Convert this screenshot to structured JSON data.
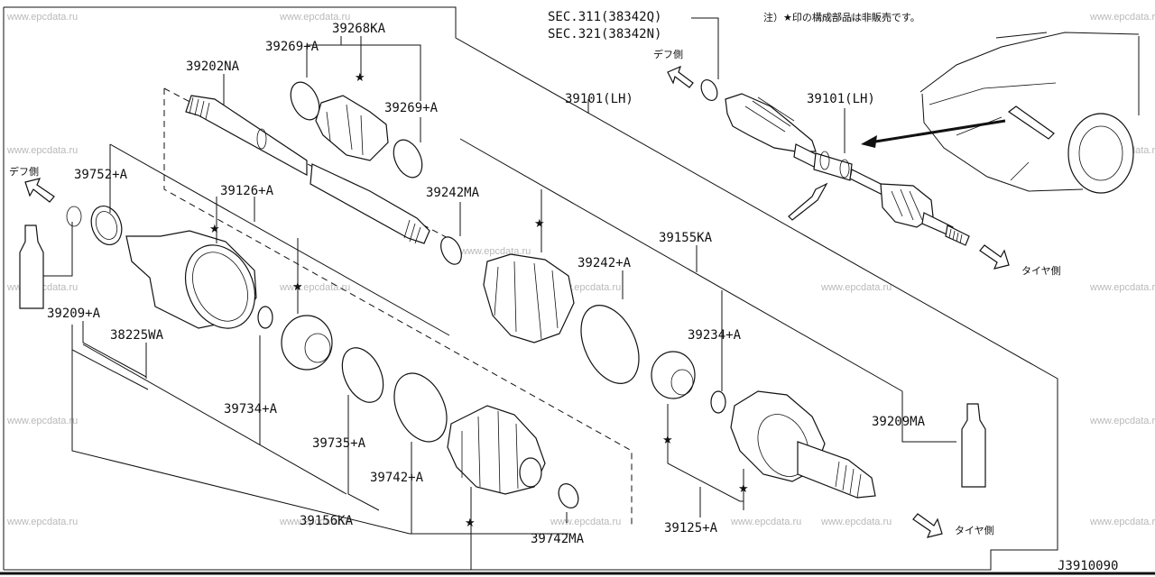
{
  "watermark": "www.epcdata.ru",
  "note": "注）★印の構成部品は非販売です。",
  "star_glyph": "★",
  "directions": {
    "diff_upper": "デフ側",
    "diff_left": "デフ側",
    "tire_right": "タイヤ側",
    "tire_bottom": "タイヤ側"
  },
  "sec_refs": [
    "SEC.311(38342Q)",
    "SEC.321(38342N)"
  ],
  "diagram_code": "J3910090",
  "labels": {
    "p39268KA": "39268KA",
    "p39269A_top": "39269+A",
    "p39202NA": "39202NA",
    "p39269A_right": "39269+A",
    "p39101LH_mid": "39101(LH)",
    "p39101LH_right": "39101(LH)",
    "p39752A": "39752+A",
    "p39126A": "39126+A",
    "p39242MA": "39242MA",
    "p39155KA": "39155KA",
    "p39242A": "39242+A",
    "p39209A": "39209+A",
    "p38225WA": "38225WA",
    "p39234A": "39234+A",
    "p39734A": "39734+A",
    "p39209MA": "39209MA",
    "p39735A": "39735+A",
    "p39742A": "39742+A",
    "p39156KA": "39156KA",
    "p39742MA": "39742MA",
    "p39125A": "39125+A"
  }
}
